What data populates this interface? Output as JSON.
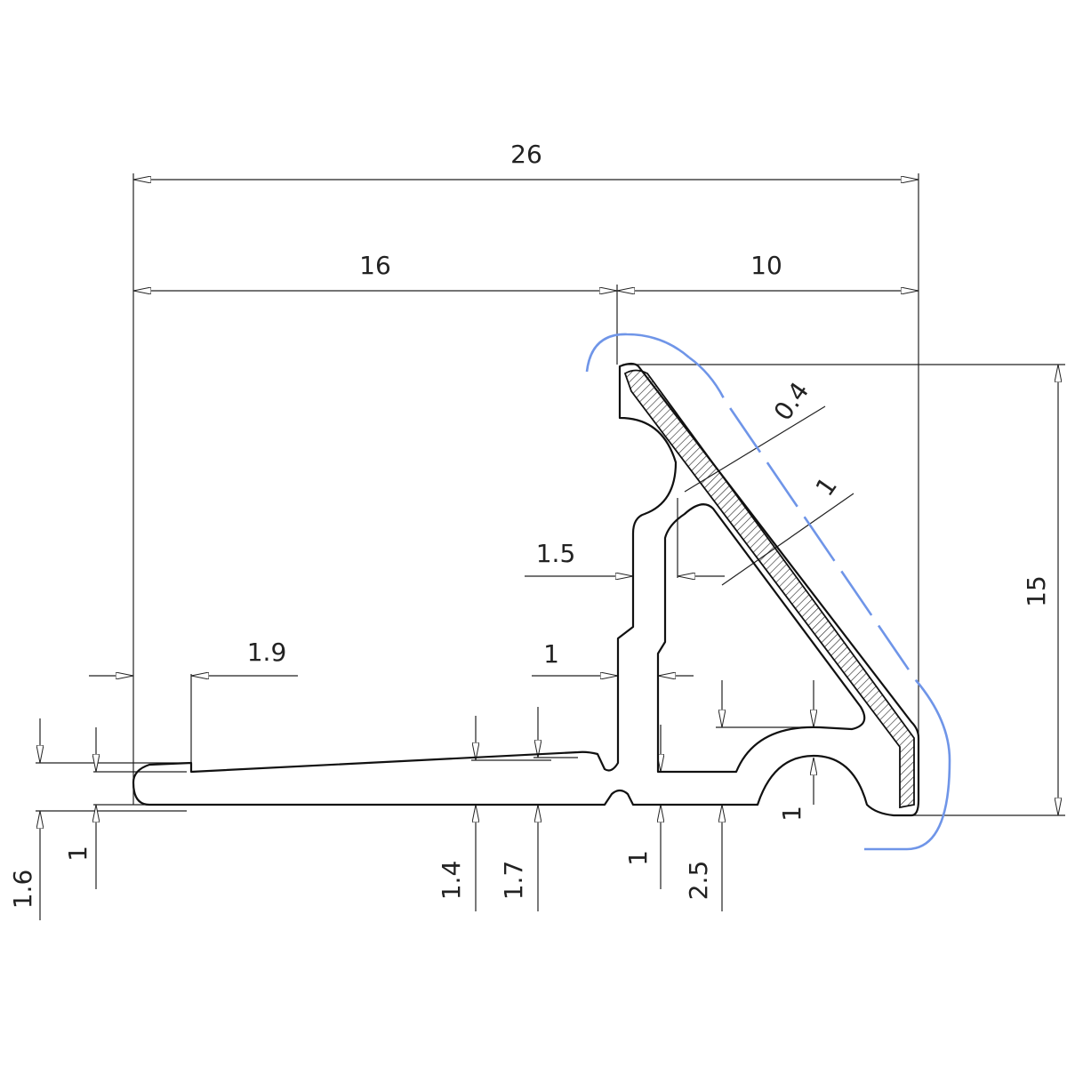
{
  "colors": {
    "line": "#222222",
    "cover": "#6f95e8"
  },
  "dimensions": {
    "total_width": "26",
    "left_width": "16",
    "right_width": "10",
    "cover_thickness": "0.4",
    "wall_thickness_diag": "1",
    "wall_1_5": "1.5",
    "tip_length": "1.9",
    "wall_1": "1",
    "height": "15",
    "tip_height": "1.6",
    "tip_inner": "1",
    "base_1_4": "1.4",
    "base_1_7": "1.7",
    "base_1": "1",
    "base_2_5": "2.5",
    "rail_1": "1"
  }
}
